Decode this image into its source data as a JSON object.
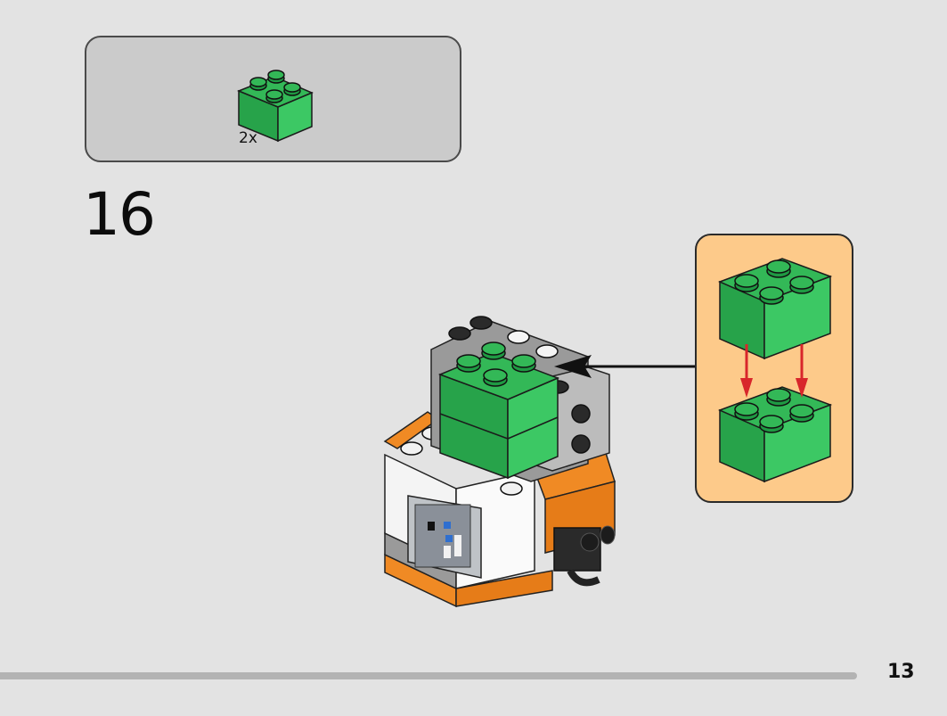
{
  "parts_list": {
    "items": [
      {
        "quantity": "2x",
        "icon": "green-2x2-brick-icon",
        "color": "#33b857"
      }
    ]
  },
  "step": {
    "number": "16"
  },
  "page": {
    "number": "13"
  },
  "colors": {
    "background": "#e3e3e3",
    "parts_box": "#cbcbcb",
    "callout": "#fdca8a",
    "green_brick": "#33b857",
    "orange_brick": "#f08a24",
    "arrow_red": "#d8262b"
  }
}
